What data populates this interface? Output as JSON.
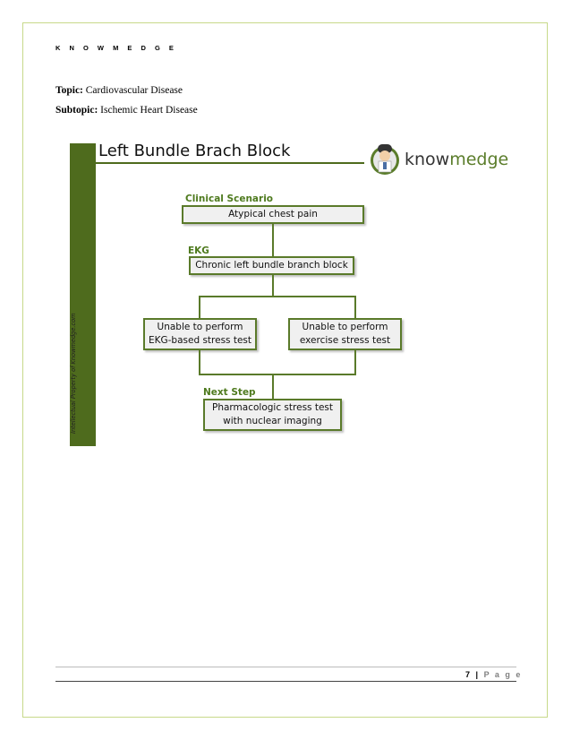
{
  "header": {
    "brand": "K N O W M E D G E"
  },
  "meta": {
    "topic_label": "Topic:",
    "topic_value": "Cardiovascular Disease",
    "subtopic_label": "Subtopic:",
    "subtopic_value": "Ischemic Heart Disease"
  },
  "diagram": {
    "title": "Left Bundle Brach Block",
    "sidebar_text": "Intellectual Property of Knowmedge.com",
    "logo": {
      "word_main": "know",
      "word_accent": "medge"
    },
    "sections": {
      "clinical_scenario": "Clinical Scenario",
      "ekg": "EKG",
      "next_step": "Next Step"
    },
    "boxes": {
      "scenario": "Atypical chest pain",
      "ekg": "Chronic left bundle branch block",
      "left_option_line1": "Unable to perform",
      "left_option_line2": "EKG-based stress test",
      "right_option_line1": "Unable to perform",
      "right_option_line2": "exercise stress test",
      "next_line1": "Pharmacologic stress test",
      "next_line2": "with nuclear imaging"
    },
    "colors": {
      "accent": "#4e6b1d",
      "box_fill": "#f0f0f0",
      "label": "#4e7a1e"
    }
  },
  "footer": {
    "page_number": "7",
    "separator": "|",
    "page_word": "P a g e"
  }
}
